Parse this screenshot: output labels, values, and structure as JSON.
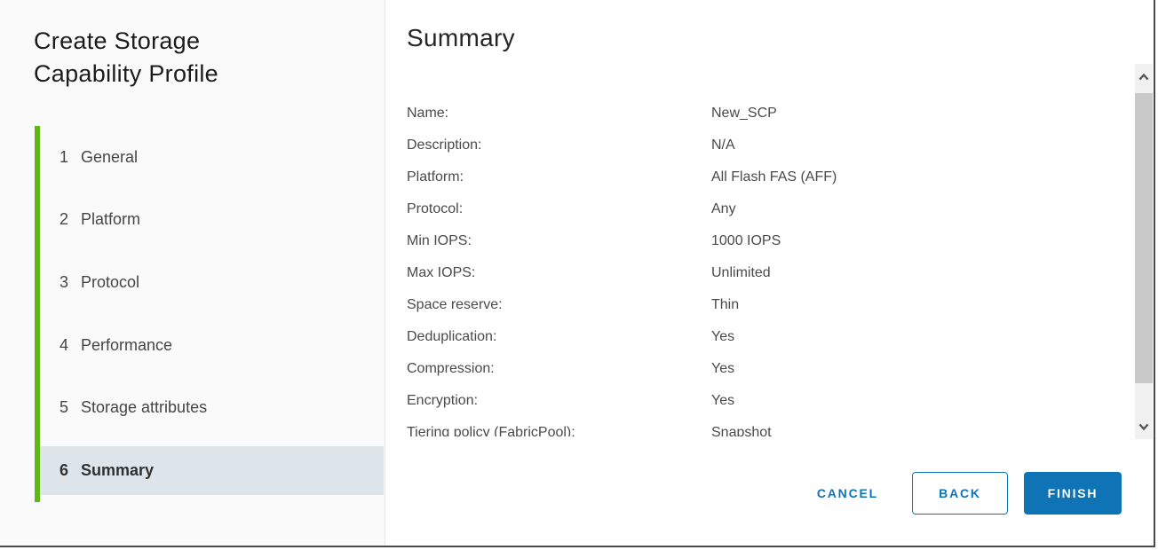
{
  "dialog": {
    "title": "Create Storage Capability Profile",
    "steps": [
      {
        "num": "1",
        "label": "General",
        "selected": false
      },
      {
        "num": "2",
        "label": "Platform",
        "selected": false
      },
      {
        "num": "3",
        "label": "Protocol",
        "selected": false
      },
      {
        "num": "4",
        "label": "Performance",
        "selected": false
      },
      {
        "num": "5",
        "label": "Storage attributes",
        "selected": false
      },
      {
        "num": "6",
        "label": "Summary",
        "selected": true
      }
    ],
    "panel": {
      "title": "Summary",
      "fields": [
        {
          "label": "Name:",
          "value": "New_SCP"
        },
        {
          "label": "Description:",
          "value": "N/A"
        },
        {
          "label": "Platform:",
          "value": "All Flash FAS (AFF)"
        },
        {
          "label": "Protocol:",
          "value": "Any"
        },
        {
          "label": "Min IOPS:",
          "value": "1000 IOPS"
        },
        {
          "label": "Max IOPS:",
          "value": "Unlimited"
        },
        {
          "label": "Space reserve:",
          "value": "Thin"
        },
        {
          "label": "Deduplication:",
          "value": "Yes"
        },
        {
          "label": "Compression:",
          "value": "Yes"
        },
        {
          "label": "Encryption:",
          "value": "Yes"
        },
        {
          "label": "Tiering policy (FabricPool):",
          "value": "Snapshot"
        }
      ]
    },
    "buttons": {
      "cancel": "CANCEL",
      "back": "BACK",
      "finish": "FINISH"
    },
    "icons": {
      "scroll_up": "chevron-up-icon",
      "scroll_down": "chevron-down-icon"
    },
    "colors": {
      "accent_green": "#61b715",
      "accent_blue": "#0e74b5",
      "selected_step_bg": "#dde5eb",
      "sidebar_bg": "#fafafa",
      "scroll_thumb": "#c9c9c9"
    }
  }
}
